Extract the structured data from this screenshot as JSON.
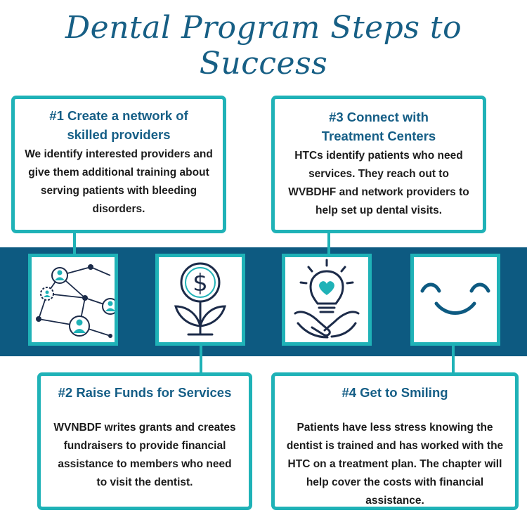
{
  "title": "Dental Program Steps to Success",
  "colors": {
    "navy_band": "#0d5a81",
    "teal_border": "#1fb2b7",
    "heading_blue": "#155e86",
    "title_blue": "#175f85"
  },
  "steps": [
    {
      "heading": "#1 Create a network of skilled providers",
      "body": "We identify interested providers and give them additional training about serving patients with bleeding disorders."
    },
    {
      "heading": "#2 Raise Funds for Services",
      "body": "WVNBDF writes grants and creates fundraisers to provide financial assistance to members who need to visit the dentist."
    },
    {
      "heading": "#3 Connect with Treatment Centers",
      "body": "HTCs identify patients who need services. They reach out to WVBDHF and network providers to help set up dental visits."
    },
    {
      "heading": "#4 Get to Smiling",
      "body": "Patients have less stress knowing the dentist is trained and has worked with the HTC on a treatment plan. The chapter will help cover the costs with financial assistance."
    }
  ],
  "icons": [
    "network-icon",
    "money-plant-icon",
    "lightbulb-heart-handshake-icon",
    "smiley-face-icon"
  ]
}
